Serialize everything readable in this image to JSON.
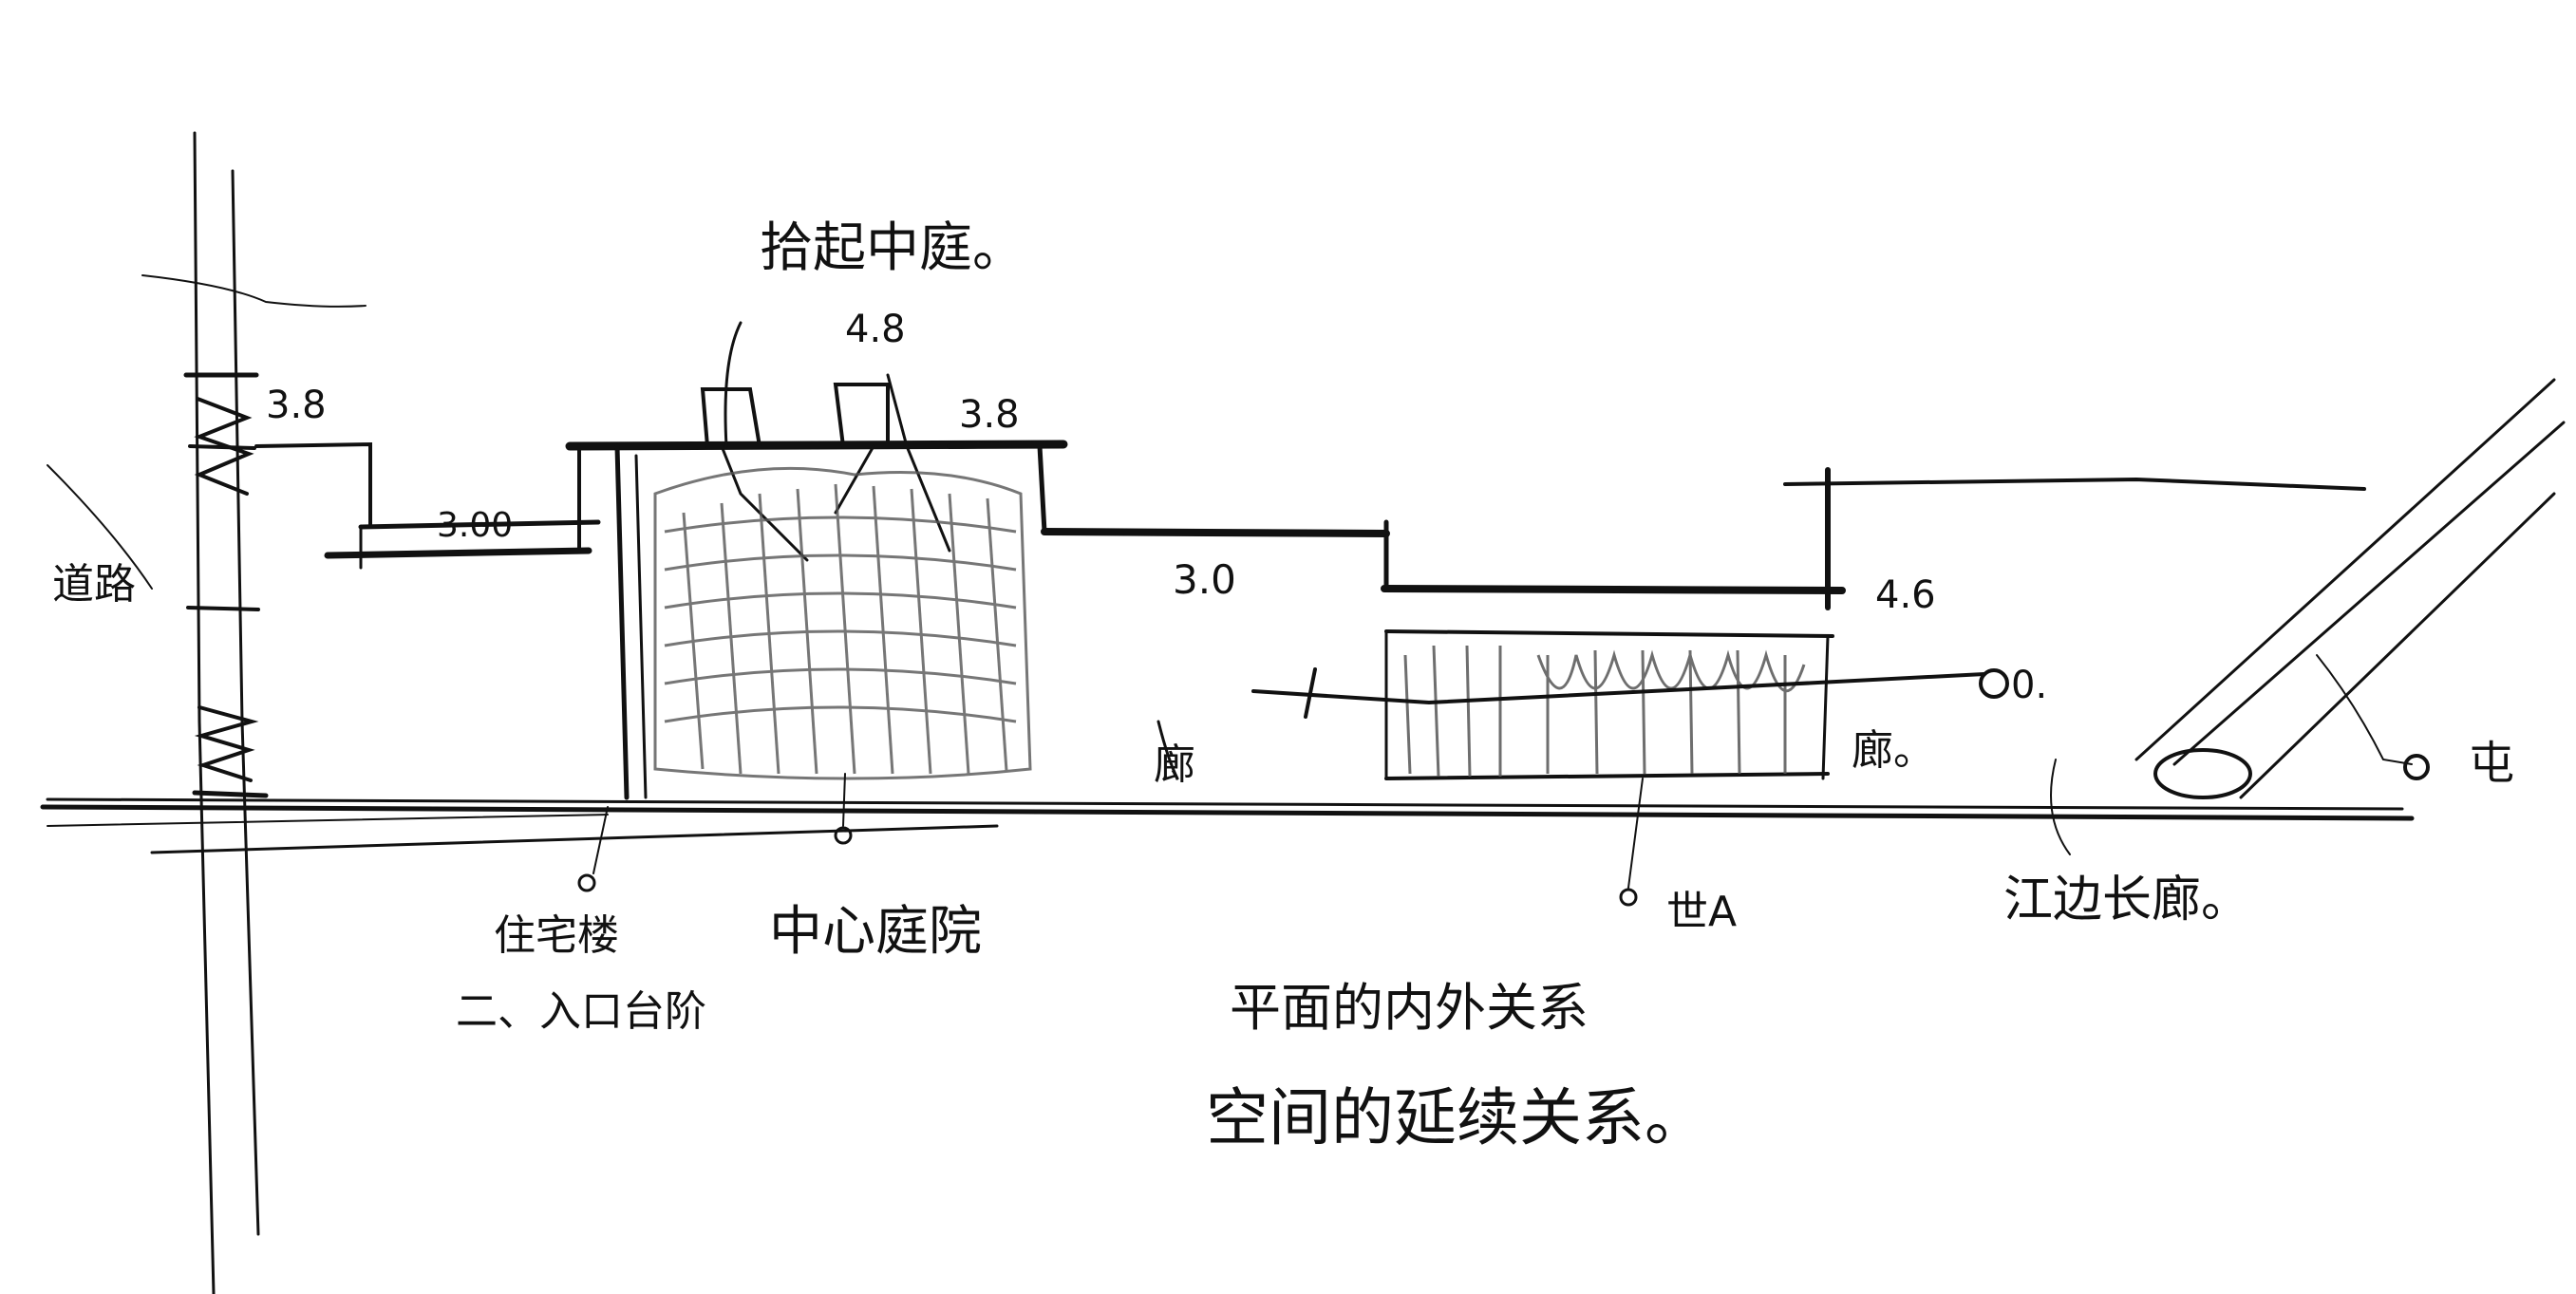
{
  "sketch": {
    "ink_color": "#111111",
    "hatch_color": "#555555",
    "paper_color": "#ffffff",
    "heights": {
      "left_tower_height": "3.8",
      "left_podium_height": "3.00",
      "central_hall_top": "4.8",
      "central_hall_side": "3.8",
      "mid_block_height": "3.0",
      "right_block_height": "4.6"
    },
    "labels": {
      "top_title": "拾起中庭。",
      "left_edge": "道路",
      "left_bottom_line1": "住宅楼",
      "left_bottom_line2": "二、入口台阶",
      "central_bottom": "中心庭院",
      "mid_marker": "廊",
      "right_marker_a": "廊。",
      "right_circle_label": "0.",
      "right_bottom_label": "世A",
      "far_right_bottom": "江边长廊。",
      "far_right_edge": "屯"
    },
    "notes": {
      "line1": "平面的内外关系",
      "line2": "空间的延续关系。"
    }
  }
}
